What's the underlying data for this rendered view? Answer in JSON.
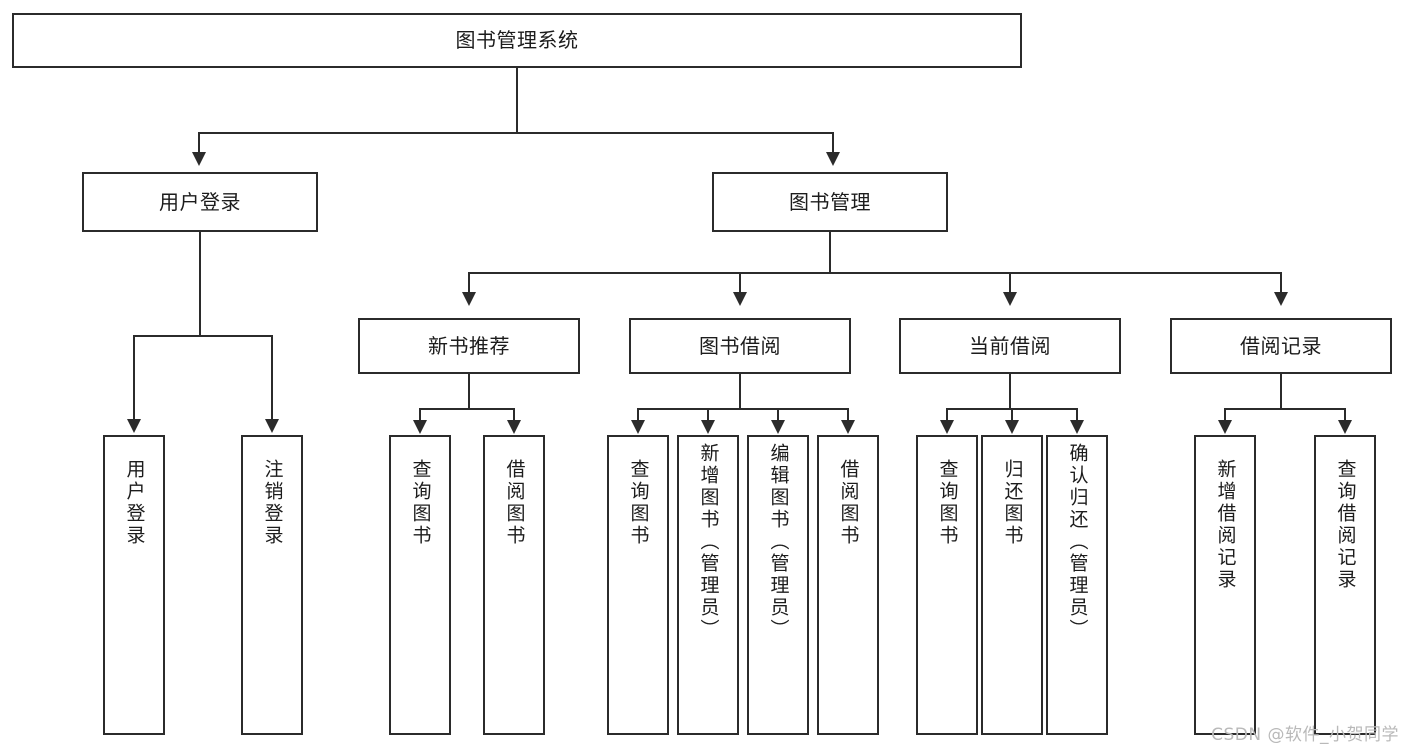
{
  "diagram": {
    "title": "图书管理系统",
    "watermark": "CSDN @软件_小贺同学",
    "accent_color": "#2b2b2b",
    "background_color": "#ffffff",
    "text_color": "#1c1c1c",
    "watermark_color": "#b9b9b9"
  },
  "root": {
    "label": "图书管理系统"
  },
  "level2": [
    {
      "label": "用户登录"
    },
    {
      "label": "图书管理"
    }
  ],
  "level3": [
    {
      "label": "新书推荐"
    },
    {
      "label": "图书借阅"
    },
    {
      "label": "当前借阅"
    },
    {
      "label": "借阅记录"
    }
  ],
  "leaves": {
    "user_login": [
      {
        "label": "用户登录"
      },
      {
        "label": "注销登录"
      }
    ],
    "new_book": [
      {
        "label": "查询图书"
      },
      {
        "label": "借阅图书"
      }
    ],
    "book_borrow": [
      {
        "label": "查询图书"
      },
      {
        "label": "新增图书（管理员）"
      },
      {
        "label": "编辑图书（管理员）"
      },
      {
        "label": "借阅图书"
      }
    ],
    "current_borrow": [
      {
        "label": "查询图书"
      },
      {
        "label": "归还图书"
      },
      {
        "label": "确认归还（管理员）"
      }
    ],
    "borrow_record": [
      {
        "label": "新增借阅记录"
      },
      {
        "label": "查询借阅记录"
      }
    ]
  },
  "chart_data": {
    "type": "diagram",
    "title": "图书管理系统 功能结构图",
    "hierarchy": {
      "name": "图书管理系统",
      "children": [
        {
          "name": "用户登录",
          "children": [
            {
              "name": "用户登录"
            },
            {
              "name": "注销登录"
            }
          ]
        },
        {
          "name": "图书管理",
          "children": [
            {
              "name": "新书推荐",
              "children": [
                {
                  "name": "查询图书"
                },
                {
                  "name": "借阅图书"
                }
              ]
            },
            {
              "name": "图书借阅",
              "children": [
                {
                  "name": "查询图书"
                },
                {
                  "name": "新增图书（管理员）"
                },
                {
                  "name": "编辑图书（管理员）"
                },
                {
                  "name": "借阅图书"
                }
              ]
            },
            {
              "name": "当前借阅",
              "children": [
                {
                  "name": "查询图书"
                },
                {
                  "name": "归还图书"
                },
                {
                  "name": "确认归还（管理员）"
                }
              ]
            },
            {
              "name": "借阅记录",
              "children": [
                {
                  "name": "新增借阅记录"
                },
                {
                  "name": "查询借阅记录"
                }
              ]
            }
          ]
        }
      ]
    }
  }
}
